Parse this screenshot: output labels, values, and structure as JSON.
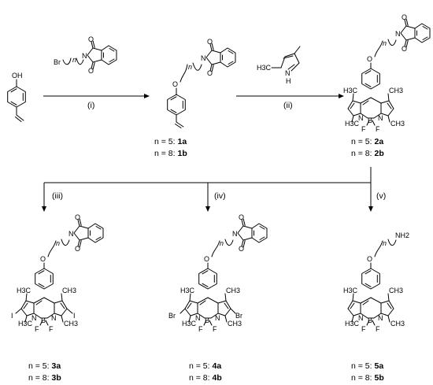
{
  "conditions": {
    "c1": "(i)",
    "c2": "(ii)",
    "c3": "(iii)",
    "c4": "(iv)",
    "c5": "(v)"
  },
  "atoms": {
    "O": "O",
    "OH": "OH",
    "N": "N",
    "H": "H",
    "B": "B",
    "F": "F",
    "Br": "Br",
    "I": "I",
    "n": "n",
    "H3C": "H3C",
    "CH3": "CH3",
    "NH2": "NH2"
  },
  "labels": [
    {
      "n5": "n = 5: ",
      "c5": "1a",
      "n8": "n = 8: ",
      "c8": "1b"
    },
    {
      "n5": "n = 5: ",
      "c5": "2a",
      "n8": "n = 8: ",
      "c8": "2b"
    },
    {
      "n5": "n = 5: ",
      "c5": "3a",
      "n8": "n = 8: ",
      "c8": "3b"
    },
    {
      "n5": "n = 5: ",
      "c5": "4a",
      "n8": "n = 8: ",
      "c8": "4b"
    },
    {
      "n5": "n = 5: ",
      "c5": "5a",
      "n8": "n = 8: ",
      "c8": "5b"
    }
  ]
}
